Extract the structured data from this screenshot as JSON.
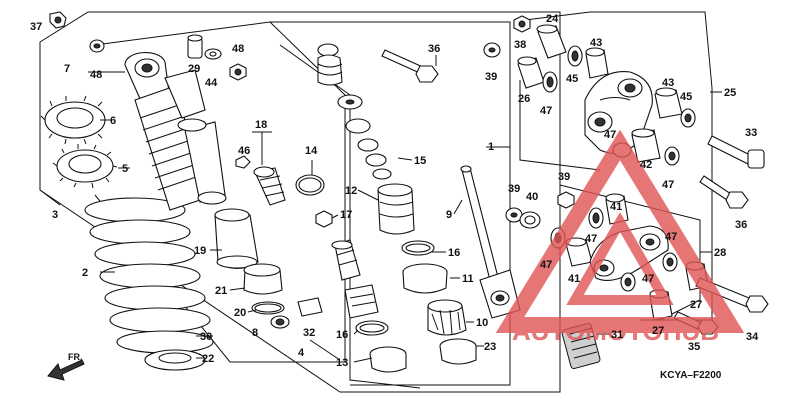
{
  "diagram": {
    "code": "KCYA–F2200",
    "direction": "FR.",
    "watermark_text": "AUTOMOTOHUB",
    "colors": {
      "watermark": "#e05555",
      "line": "#111111"
    },
    "labels": {
      "n1": "1",
      "n2": "2",
      "n3": "3",
      "n4": "4",
      "n5": "5",
      "n6": "6",
      "n7": "7",
      "n8": "8",
      "n9": "9",
      "n10": "10",
      "n11": "11",
      "n12": "12",
      "n13": "13",
      "n14": "14",
      "n15": "15",
      "n16a": "16",
      "n16b": "16",
      "n17": "17",
      "n18": "18",
      "n19": "19",
      "n20": "20",
      "n21": "21",
      "n22": "22",
      "n23": "23",
      "n24": "24",
      "n25": "25",
      "n26": "26",
      "n27a": "27",
      "n27b": "27",
      "n28": "28",
      "n29": "29",
      "n30": "30",
      "n31": "31",
      "n32": "32",
      "n33": "33",
      "n34": "34",
      "n35": "35",
      "n36a": "36",
      "n36b": "36",
      "n37": "37",
      "n38": "38",
      "n39a": "39",
      "n39b": "39",
      "n39c": "39",
      "n40": "40",
      "n41a": "41",
      "n41b": "41",
      "n42": "42",
      "n43a": "43",
      "n43b": "43",
      "n44": "44",
      "n45a": "45",
      "n45b": "45",
      "n46": "46",
      "n47a": "47",
      "n47b": "47",
      "n47c": "47",
      "n47d": "47",
      "n47e": "47",
      "n47f": "47",
      "n47g": "47",
      "n48a": "48",
      "n48b": "48"
    }
  }
}
